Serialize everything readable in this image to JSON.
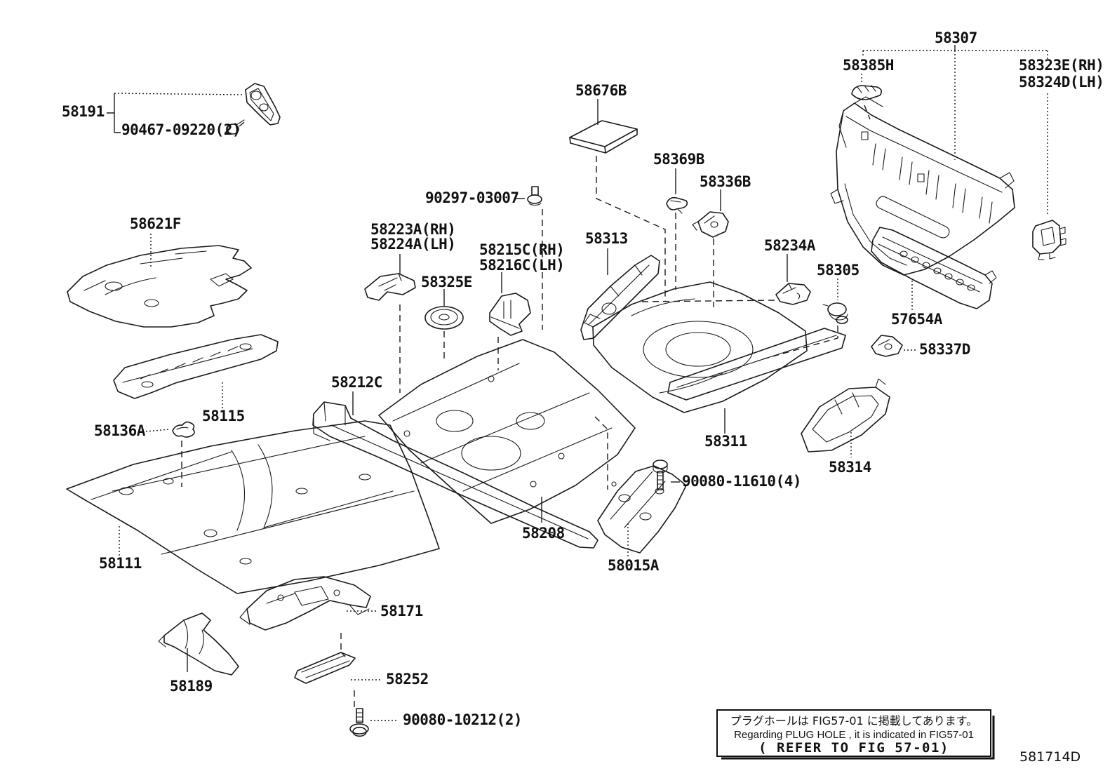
{
  "figure": {
    "code": "581714D",
    "note": {
      "jp": "プラグホールは FIG57-01 に掲載してあります。",
      "en": "Regarding PLUG HOLE , it is indicated in FIG57-01",
      "ref": "( REFER TO FIG 57-01)"
    },
    "part_labels": {
      "p58191": "58191",
      "b90467": "90467-09220(2)",
      "p58621f": "58621F",
      "p58115": "58115",
      "p58136a": "58136A",
      "p58111": "58111",
      "p58212c": "58212C",
      "p58223a": "58223A(RH)",
      "p58224a": "58224A(LH)",
      "p58215c": "58215C(RH)",
      "p58216c": "58216C(LH)",
      "p58325e": "58325E",
      "b90297": "90297-03007",
      "p58676b": "58676B",
      "p58369b": "58369B",
      "p58336b": "58336B",
      "p58313": "58313",
      "p58208": "58208",
      "p58311": "58311",
      "b90080_11610": "90080-11610(4)",
      "p58015a": "58015A",
      "p58314": "58314",
      "p58234a": "58234A",
      "p58305": "58305",
      "p57654a": "57654A",
      "p58337d": "58337D",
      "p58385h": "58385H",
      "p58307": "58307",
      "p58323e": "58323E(RH)",
      "p58324d": "58324D(LH)",
      "p58171": "58171",
      "p58189": "58189",
      "p58252": "58252",
      "b90080_10212": "90080-10212(2)"
    }
  }
}
